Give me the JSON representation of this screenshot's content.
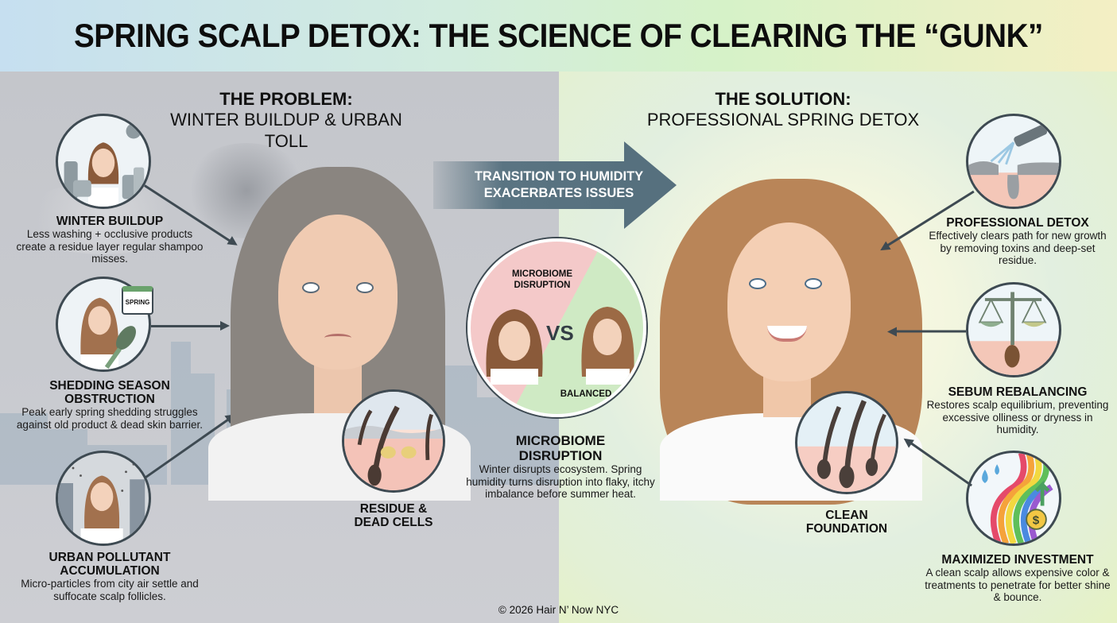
{
  "header": {
    "title": "SPRING SCALP DETOX: THE SCIENCE OF CLEARING THE “GUNK”"
  },
  "problem": {
    "heading": "THE PROBLEM:",
    "subheading": "WINTER BUILDUP & URBAN TOLL",
    "items": [
      {
        "title": "WINTER BUILDUP",
        "desc": "Less washing + occlusive products create a residue layer regular shampoo misses.",
        "icon": "shampoo-products-icon"
      },
      {
        "title": "SHEDDING SEASON OBSTRUCTION",
        "desc": "Peak early spring shedding struggles against old product & dead skin barrier.",
        "icon": "hairbrush-calendar-icon",
        "calendar_label": "SPRING"
      },
      {
        "title": "URBAN POLLUTANT ACCUMULATION",
        "desc": "Micro-particles from city air settle and suffocate scalp follicles.",
        "icon": "city-pollution-icon"
      }
    ],
    "callout": {
      "title": "RESIDUE & DEAD CELLS",
      "icon": "clogged-follicle-icon"
    }
  },
  "transition": {
    "label": "TRANSITION TO HUMIDITY EXACERBATES ISSUES"
  },
  "microbiome": {
    "left_label": "MICROBIOME DISRUPTION",
    "vs_label": "VS",
    "right_label": "BALANCED",
    "title": "MICROBIOME DISRUPTION",
    "desc": "Winter disrupts ecosystem. Spring humidity turns disruption into flaky, itchy imbalance before summer heat."
  },
  "solution": {
    "heading": "THE SOLUTION:",
    "subheading": "PROFESSIONAL SPRING DETOX",
    "items": [
      {
        "title": "PROFESSIONAL DETOX",
        "desc": "Effectively clears path for new growth by removing toxins and deep-set residue.",
        "icon": "spray-nozzle-icon"
      },
      {
        "title": "SEBUM REBALANCING",
        "desc": "Restores scalp equilibrium, preventing excessive olliness or dryness in humidity.",
        "icon": "balance-scale-icon"
      },
      {
        "title": "MAXIMIZED INVESTMENT",
        "desc": "A clean scalp allows expensive color & treatments to penetrate for better shine & bounce.",
        "icon": "rainbow-hair-dollar-icon"
      }
    ],
    "callout": {
      "title": "CLEAN FOUNDATION",
      "icon": "clean-follicle-icon"
    }
  },
  "footer": {
    "copyright": "© 2026 Hair N’ Now NYC"
  },
  "colors": {
    "arrow": "#56707e",
    "outline": "#3e4a52",
    "problem_bg": "#c6c8cd",
    "disruption_pink": "#f4c9c9",
    "balanced_green": "#cfeac4"
  }
}
